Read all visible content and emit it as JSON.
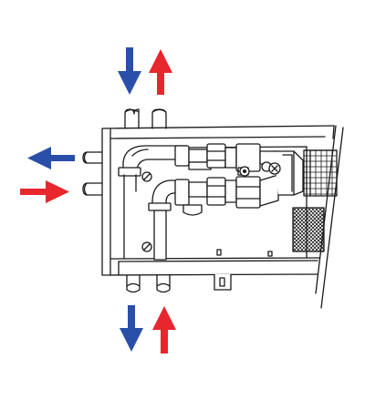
{
  "diagram": {
    "kind": "trench convector with valve and pipe connections",
    "colors": {
      "supply": "#e8262d",
      "return": "#2a4fa8",
      "line": "#1a1a1a",
      "background": "#ffffff"
    },
    "connections": [
      {
        "id": "top-left",
        "direction": "down",
        "flow": "return"
      },
      {
        "id": "top-right",
        "direction": "up",
        "flow": "supply"
      },
      {
        "id": "side-upper",
        "direction": "left",
        "flow": "return"
      },
      {
        "id": "side-lower",
        "direction": "right",
        "flow": "supply"
      },
      {
        "id": "bottom-left",
        "direction": "down",
        "flow": "return"
      },
      {
        "id": "bottom-right",
        "direction": "up",
        "flow": "supply"
      }
    ]
  }
}
